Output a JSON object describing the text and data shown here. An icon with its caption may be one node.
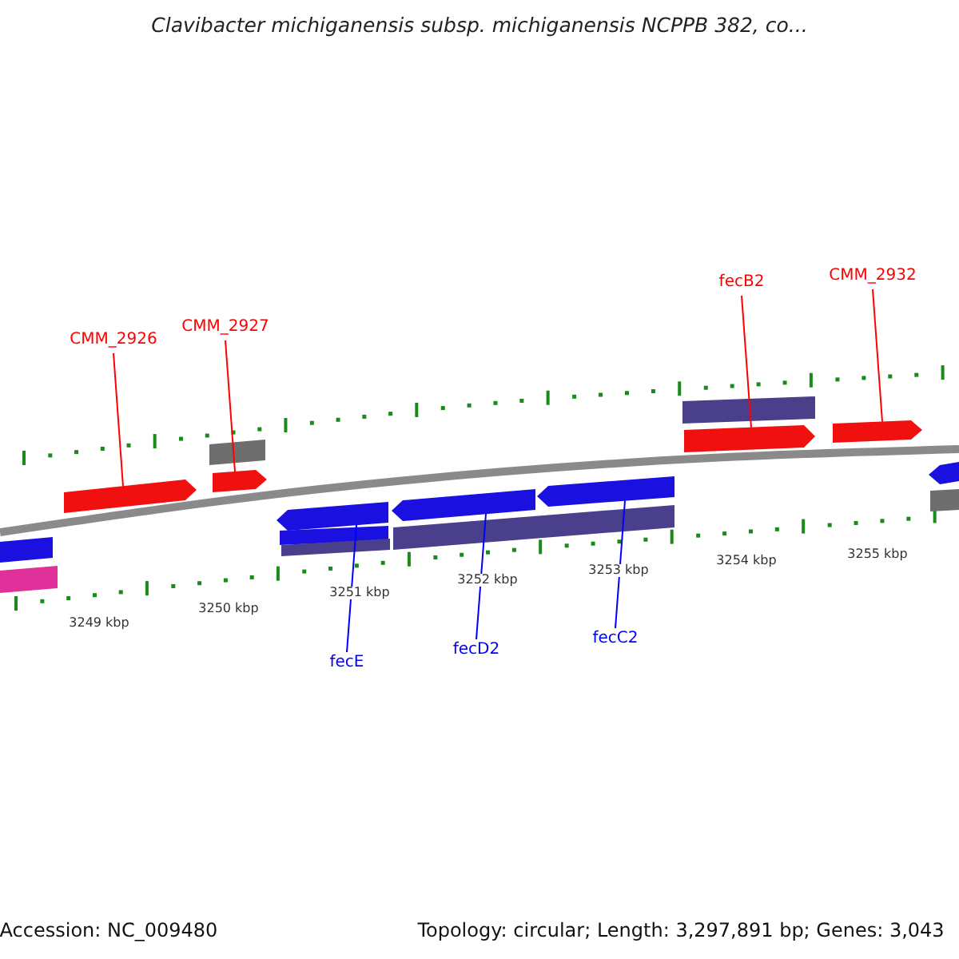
{
  "diagram": {
    "title": "Clavibacter michiganensis subsp. michiganensis NCPPB 382, co...",
    "nodes": [
      {
        "text": [
          "CMM_2926"
        ]
      },
      {
        "text": [],
        "shape": "bar"
      },
      {
        "text": [
          "CMM_2927"
        ]
      },
      {
        "text": [],
        "shape": "bar"
      },
      {
        "text": [
          "fecB2"
        ]
      },
      {
        "text": [],
        "shape": "bar"
      },
      {
        "text": [
          "CMM_2932"
        ]
      },
      {
        "text": [],
        "shape": "bar"
      },
      {
        "text": [],
        "shape": "bar"
      },
      {
        "text": [],
        "shape": "bar"
      },
      {
        "text": [],
        "shape": "bar"
      },
      {
        "text": [
          "fecE"
        ]
      },
      {
        "text": [
          "fecD2"
        ]
      },
      {
        "text": [
          "fecC2"
        ]
      },
      {
        "text": [],
        "shape": "bar"
      },
      {
        "text": [],
        "shape": "bar"
      },
      {
        "text": [],
        "shape": "bar"
      },
      {
        "text": [],
        "shape": "bar"
      },
      {
        "text": [],
        "shape": "bar"
      },
      {
        "text": [],
        "shape": "bar"
      },
      {
        "text": [],
        "shape": "bar"
      },
      {
        "text": [],
        "shape": "bar"
      },
      {
        "text": [],
        "shape": "bar"
      }
    ],
    "edges": [
      {
        "from": 0,
        "to": 1,
        "arrow": "none"
      },
      {
        "from": 2,
        "to": 3,
        "arrow": "none"
      },
      {
        "from": 4,
        "to": 5,
        "arrow": "none"
      },
      {
        "from": 6,
        "to": 7,
        "arrow": "none"
      },
      {
        "from": 11,
        "to": 8,
        "arrow": "none",
        "color": "#0000ff"
      },
      {
        "from": 12,
        "to": 9,
        "arrow": "none",
        "color": "#0000ff"
      },
      {
        "from": 13,
        "to": 10,
        "arrow": "none",
        "color": "#0000ff"
      }
    ],
    "labels": [
      "3249 kbp",
      "3250 kbp",
      "3251 kbp",
      "3252 kbp",
      "3253 kbp",
      "3254 kbp",
      "3255 kbp",
      "Accession: NC_009480",
      "Topology: circular; Length: 3,297,891 bp; Genes: 3,043"
    ]
  }
}
